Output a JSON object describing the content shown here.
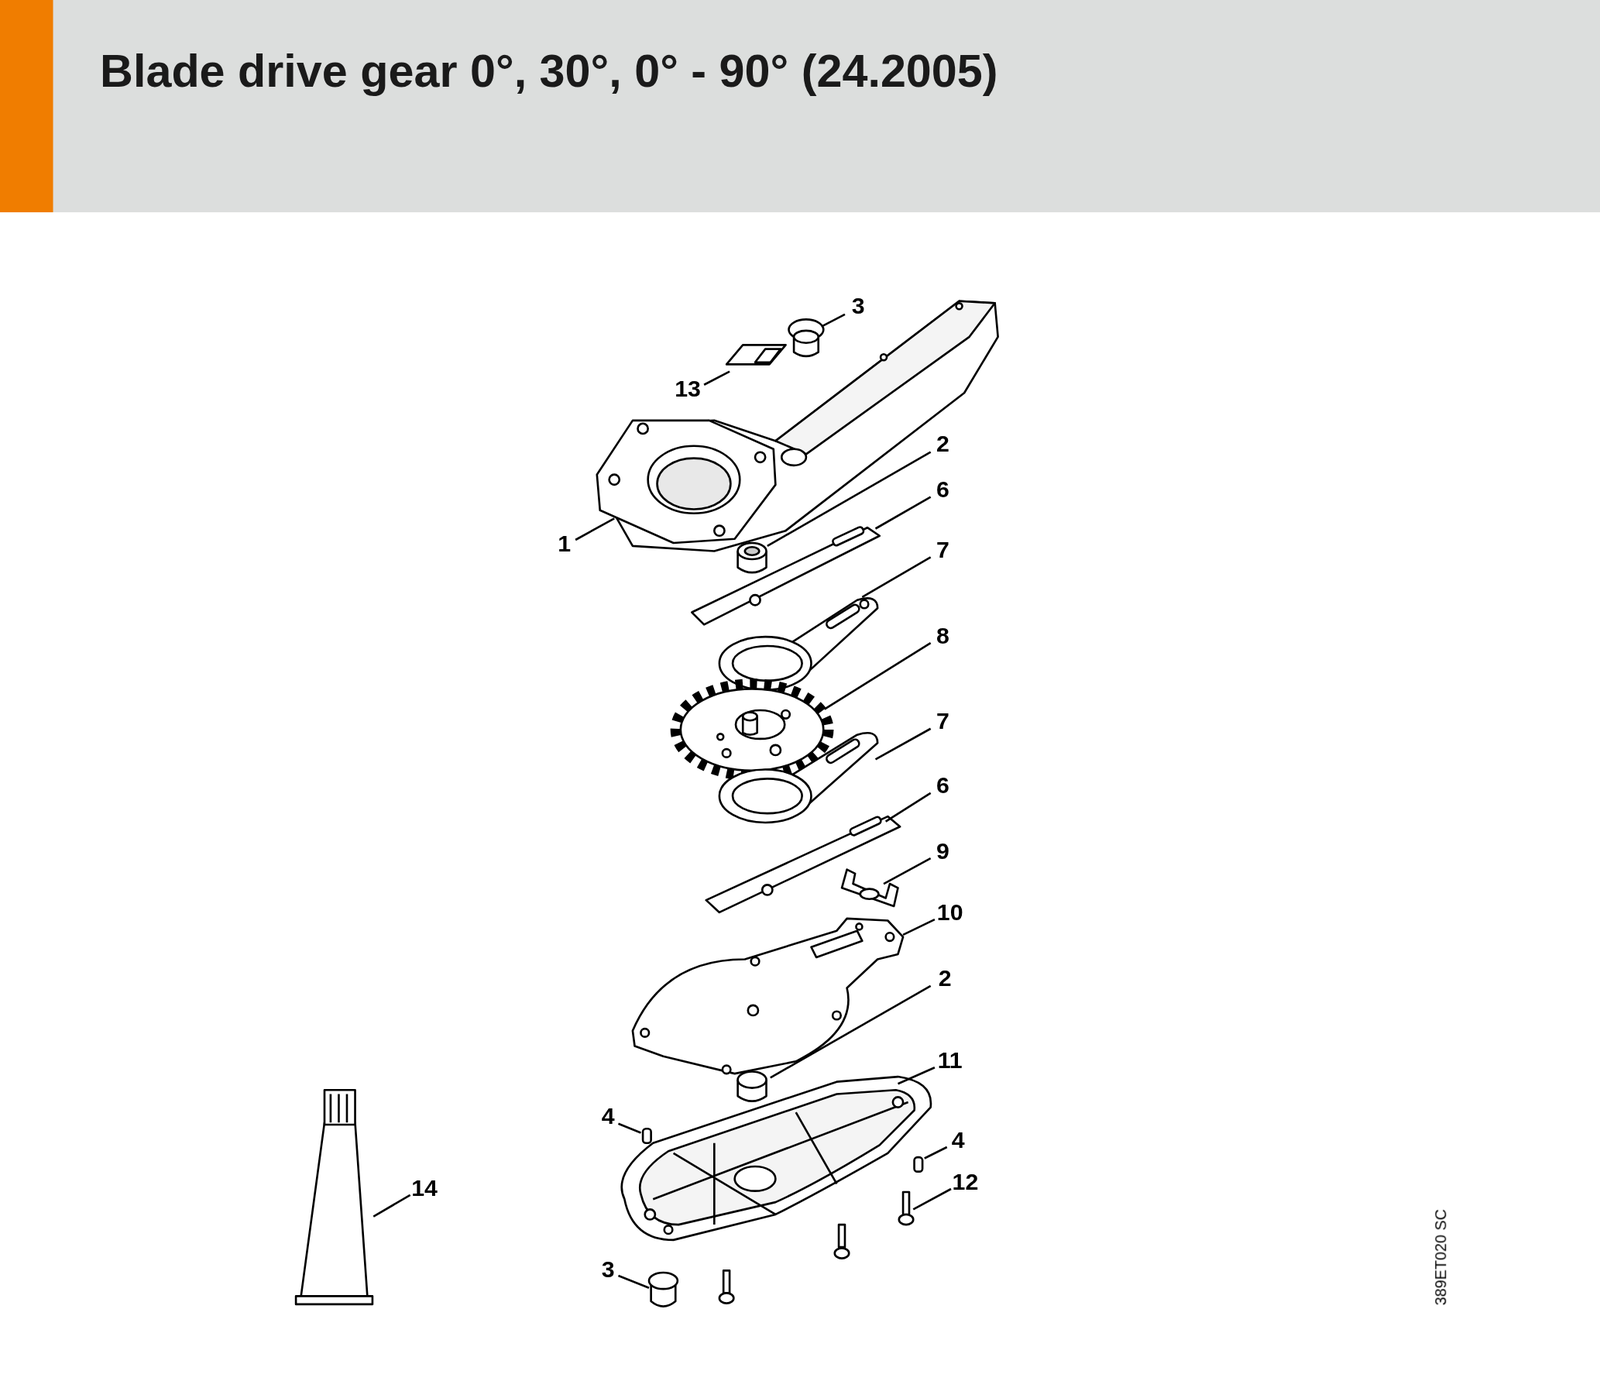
{
  "diagram": {
    "title": "Blade drive gear 0°, 30°, 0° - 90° (24.2005)",
    "labels": [
      "3",
      "13",
      "2",
      "6",
      "1",
      "7",
      "8",
      "7",
      "6",
      "9",
      "10",
      "2",
      "11",
      "4",
      "4",
      "12",
      "14",
      "3",
      "389ET020 SC"
    ]
  }
}
